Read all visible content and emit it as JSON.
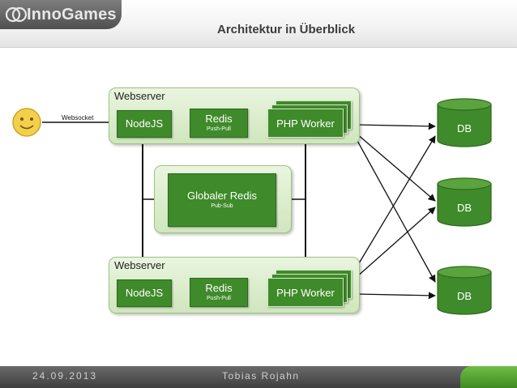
{
  "header": {
    "brand": "InnoGames",
    "title": "Architektur in Überblick"
  },
  "footer": {
    "date": "24.09.2013",
    "author": "Tobias Rojahn"
  },
  "diagram": {
    "client": {
      "icon": "smiley-face-icon",
      "connection_label": "Websocket"
    },
    "webserver_top": {
      "label": "Webserver",
      "nodejs": "NodeJS",
      "redis": "Redis",
      "redis_mode": "Push-Pull",
      "worker": "PHP Worker"
    },
    "global_redis": {
      "label": "Globaler Redis",
      "mode": "Pub-Sub"
    },
    "webserver_bottom": {
      "label": "Webserver",
      "nodejs": "NodeJS",
      "redis": "Redis",
      "redis_mode": "Push-Pull",
      "worker": "PHP Worker"
    },
    "databases": [
      {
        "label": "DB"
      },
      {
        "label": "DB"
      },
      {
        "label": "DB"
      }
    ],
    "colors": {
      "box_green": "#3f8a2a",
      "container_green": "#dcebcd",
      "db_green": "#3f8a2a",
      "face_yellow": "#f4d04a"
    }
  }
}
